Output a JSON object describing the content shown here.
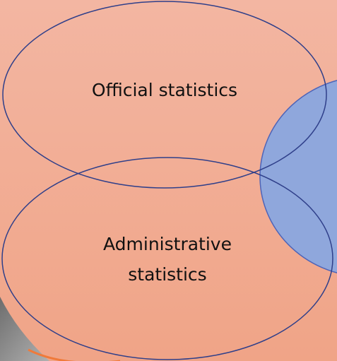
{
  "diagram": {
    "ellipses": [
      {
        "id": "official",
        "lines": [
          "Official statistics"
        ]
      },
      {
        "id": "administrative",
        "lines": [
          "Administrative",
          "statistics"
        ]
      }
    ]
  },
  "colors": {
    "background_top": "#f3b6a2",
    "background_bottom": "#f0a487",
    "orange_rim": "#f07a3a",
    "outline": "#2f3f8a",
    "blue_fill": "#8fa7dc",
    "blue_stroke": "#4e64b8",
    "dark_corner": "#8b8b8b"
  }
}
